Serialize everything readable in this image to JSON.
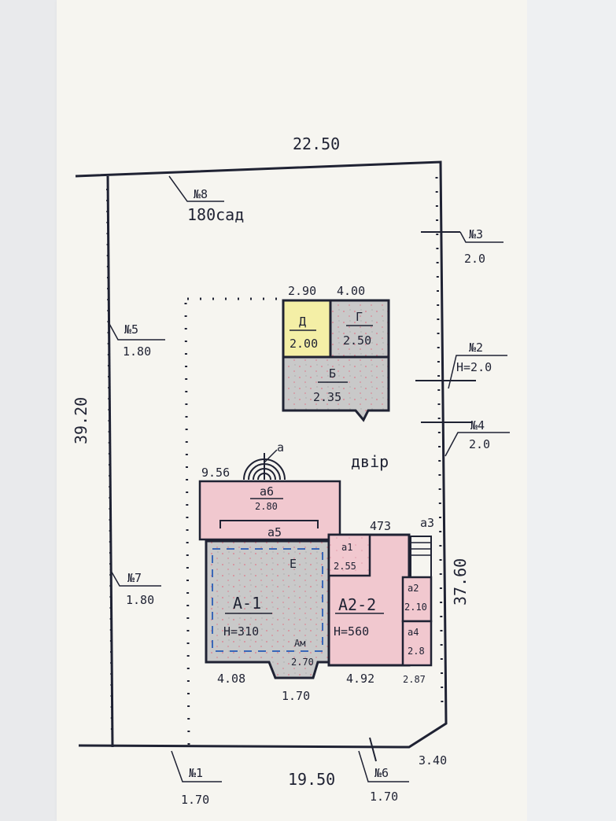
{
  "plan": {
    "colors": {
      "line": "#1f2233",
      "yellow_fill": "#f4efa6",
      "gray_fill": "#c9c9c9",
      "pink_fill": "#f1c8cf",
      "pink_fill_light": "#f5d7dc",
      "sheet": "#f6f5f0"
    },
    "boundary": {
      "top_length": "22.50",
      "left_length": "39.20",
      "right_length": "37.60",
      "bottom_length": "19.50",
      "corner_length": "3.40"
    },
    "neighbors": {
      "n8_top": "№8",
      "n8_sub": "180сад",
      "n3": "№3",
      "n3_val": "2.0",
      "n5": "№5",
      "n5_val": "1.80",
      "n2": "№2",
      "n2_val": "Н=2.0",
      "n4": "№4",
      "n4_val": "2.0",
      "n7": "№7",
      "n7_val": "1.80",
      "n1": "№1",
      "n1_val": "1.70",
      "n6": "№6",
      "n6_val": "1.70"
    },
    "outbuildings": {
      "dim_left": "2.90",
      "dim_right": "4.00",
      "d_label": "Д",
      "d_val": "2.00",
      "g_label": "Г",
      "g_val": "2.50",
      "b_label": "Б",
      "b_val": "2.35"
    },
    "yard_label": "двір",
    "well": {
      "label": "а",
      "dim": "9.56"
    },
    "house": {
      "a6_label": "а6",
      "a6_val": "2.80",
      "a5_label": "а5",
      "a1_label": "А-1",
      "a1_h": "Н=310",
      "a2_label": "А2-2",
      "a2_h": "Н=560",
      "e_label": "Е",
      "am_label": "Ам",
      "am_val": "2.70",
      "a1s_label": "а1",
      "a1s_val": "2.55",
      "a2s_label": "а2",
      "a2s_val": "2.10",
      "a4_label": "а4",
      "a4_val": "2.8",
      "a3_label": "а3",
      "dim_473": "473",
      "dim_408": "4.08",
      "dim_170": "1.70",
      "dim_492": "4.92",
      "dim_287": "2.87"
    }
  }
}
